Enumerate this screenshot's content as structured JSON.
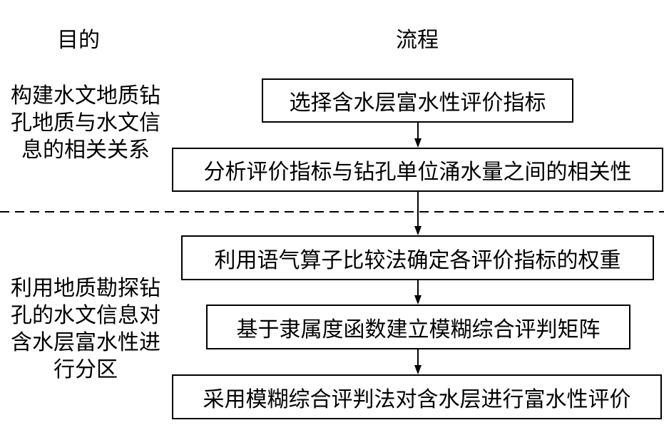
{
  "headers": {
    "purpose": "目的",
    "process": "流程"
  },
  "purposes": [
    {
      "lines": [
        "构建水文地质钻",
        "孔地质与水文信",
        "息的相关关系"
      ]
    },
    {
      "lines": [
        "利用地质勘探钻",
        "孔的水文信息对",
        "含水层富水性进",
        "行分区"
      ]
    }
  ],
  "steps": [
    {
      "label": "选择含水层富水性评价指标"
    },
    {
      "label": "分析评价指标与钻孔单位涌水量之间的相关性"
    },
    {
      "label": "利用语气算子比较法确定各评价指标的权重"
    },
    {
      "label": "基于隶属度函数建立模糊综合评判矩阵"
    },
    {
      "label": "采用模糊综合评判法对含水层进行富水性评价"
    }
  ],
  "colors": {
    "line": "#000000",
    "background": "#ffffff"
  }
}
